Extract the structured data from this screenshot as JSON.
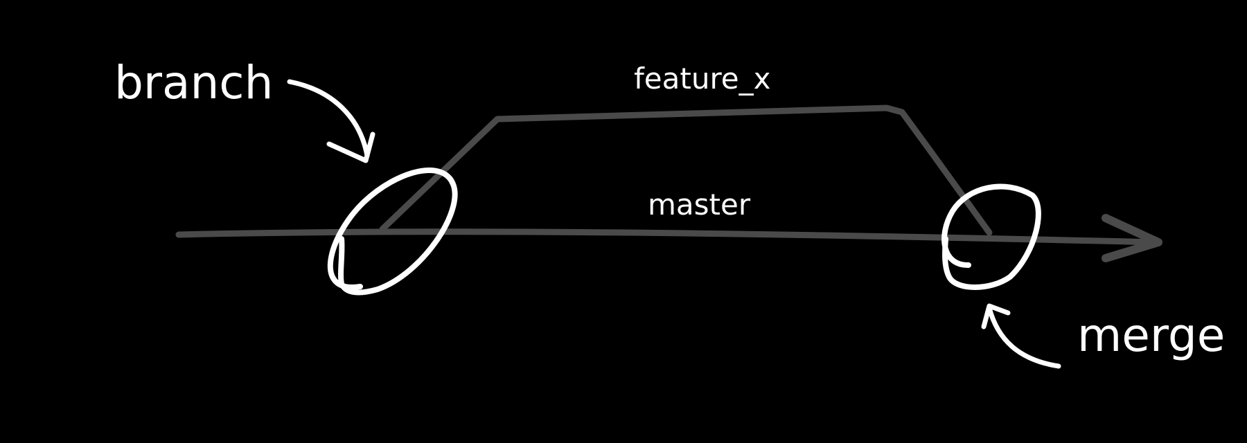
{
  "labels": {
    "branch": "branch",
    "feature": "feature_x",
    "master": "master",
    "merge": "merge"
  },
  "colors": {
    "background": "#000000",
    "line": "#4a4a4a",
    "annotation": "#ffffff"
  }
}
